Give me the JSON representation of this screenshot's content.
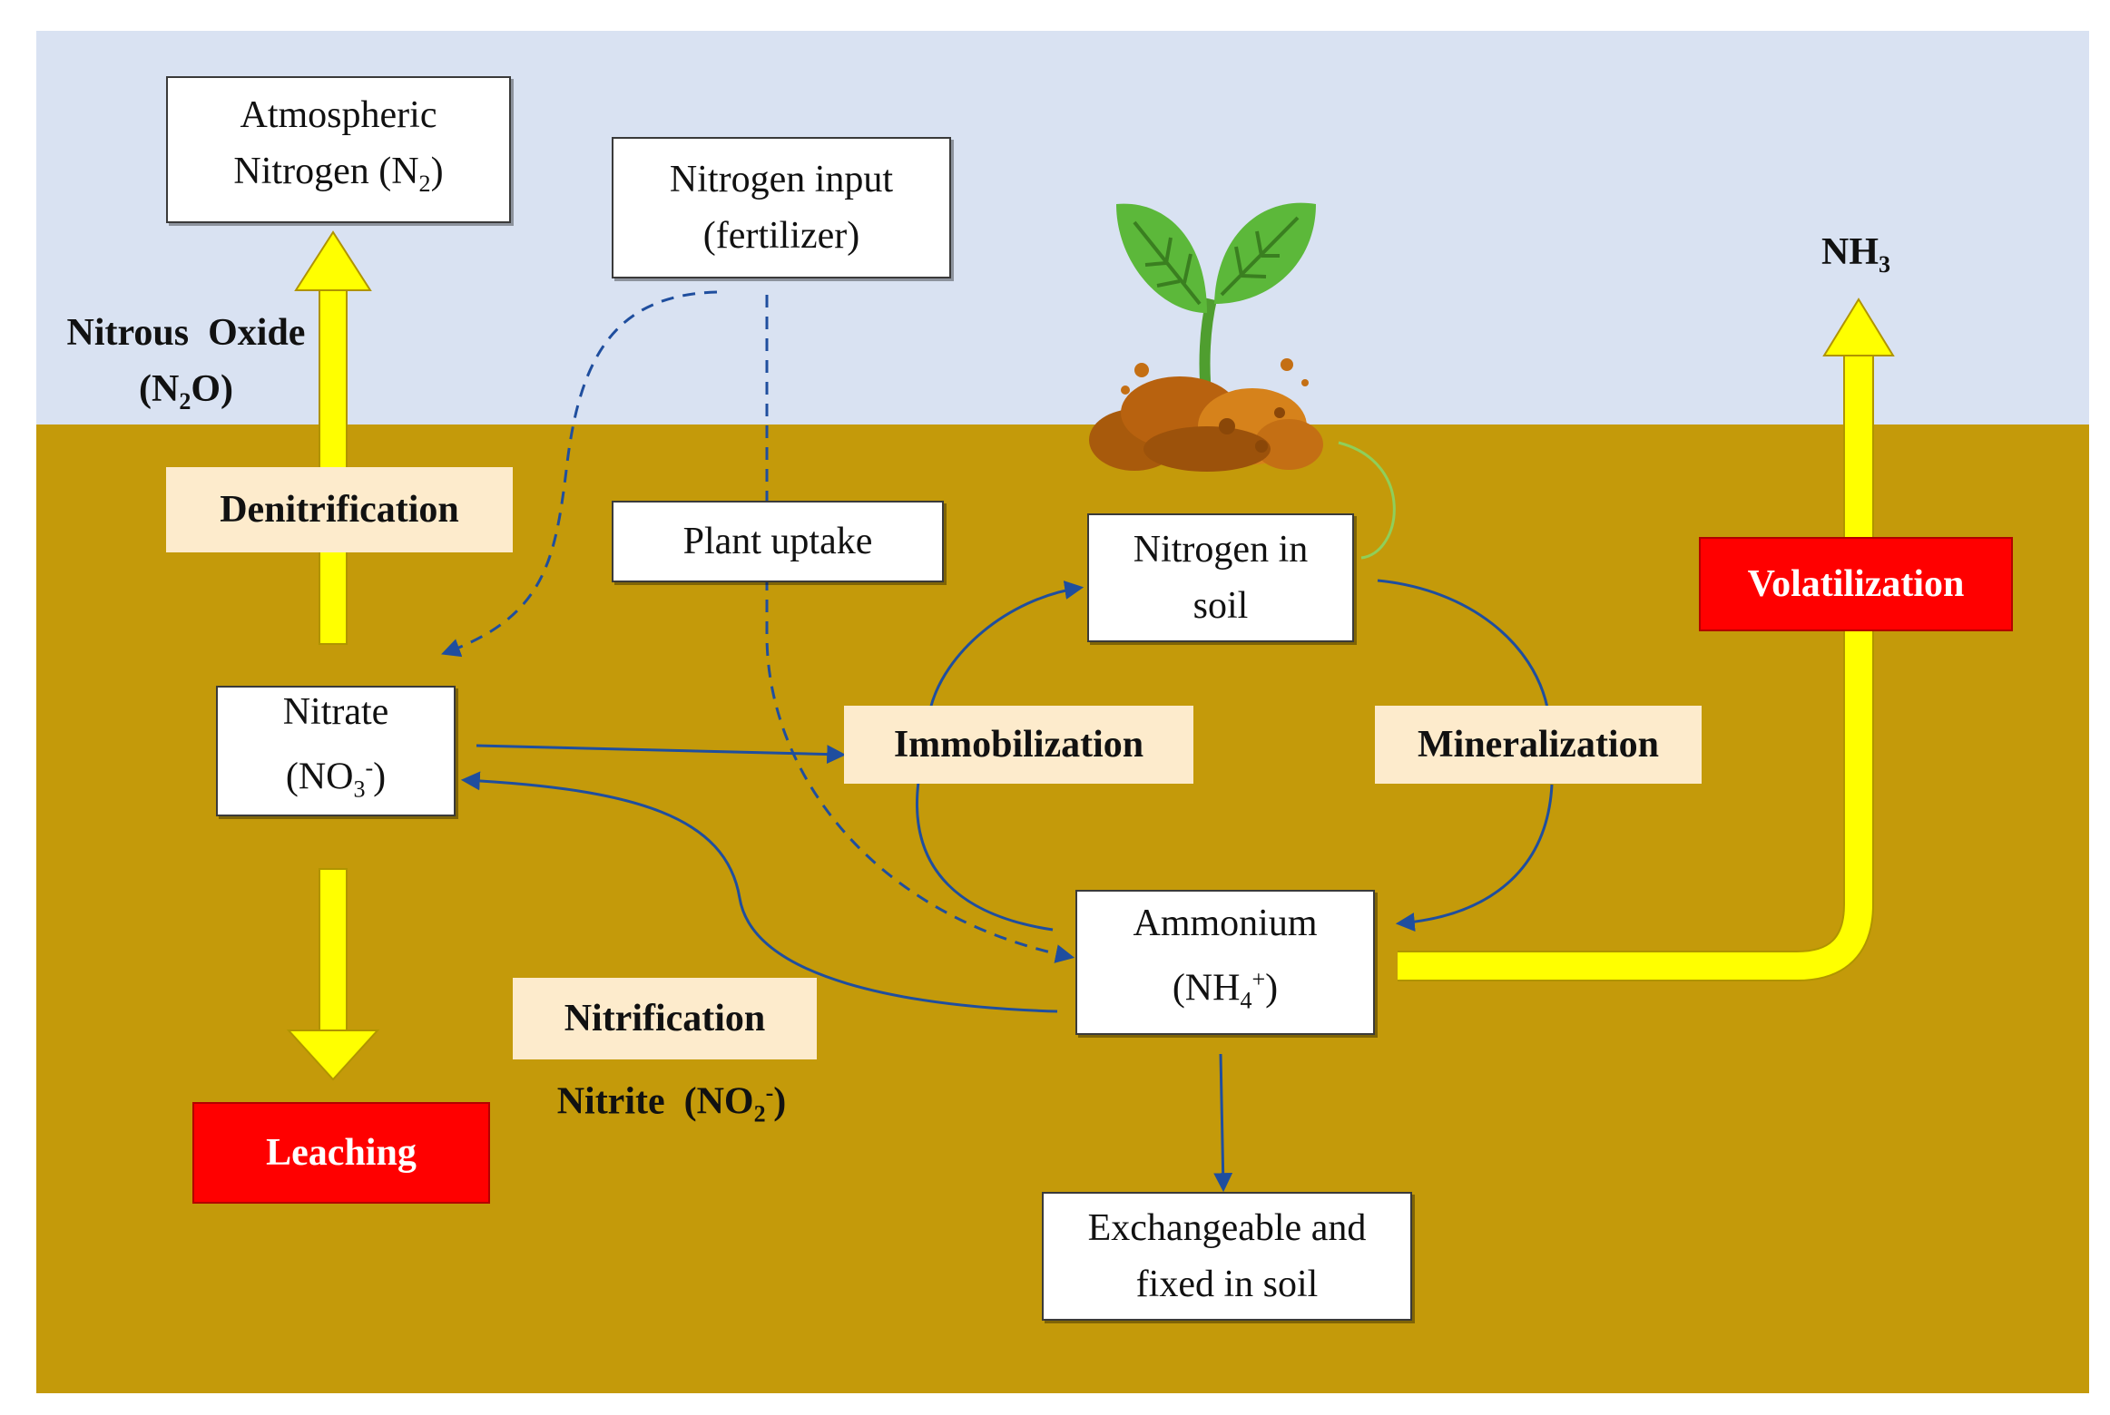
{
  "colors": {
    "sky": "#d9e2f2",
    "soil": "#c49a0a",
    "process_label_bg": "#fdebcc",
    "loss_label_bg": "#ff0000",
    "flow_arrow": "#ffff00",
    "cycle_arrow": "#1f4e9e",
    "plant_leaf": "#5cb83a",
    "clod": "#b8620f"
  },
  "nodes": {
    "atmospheric_nitrogen": {
      "line1": "Atmospheric",
      "line2": "Nitrogen (N",
      "line2_sub": "2",
      "line2_end": ")"
    },
    "nitrogen_input": {
      "line1": "Nitrogen input",
      "line2": "(fertilizer)"
    },
    "plant_uptake": {
      "label": "Plant uptake"
    },
    "nitrogen_in_soil": {
      "line1": "Nitrogen in",
      "line2": "soil"
    },
    "nitrate": {
      "line1": "Nitrate",
      "line2": "(NO",
      "line2_sub": "3",
      "line2_sup": "-",
      "line2_end": ")"
    },
    "ammonium": {
      "line1": "Ammonium",
      "line2": "(NH",
      "line2_sub": "4",
      "line2_sup": "+",
      "line2_end": ")"
    },
    "exchangeable": {
      "line1": "Exchangeable and",
      "line2": "fixed in soil"
    }
  },
  "processes": {
    "denitrification": "Denitrification",
    "immobilization": "Immobilization",
    "mineralization": "Mineralization",
    "nitrification": "Nitrification",
    "volatilization": "Volatilization",
    "leaching": "Leaching"
  },
  "labels": {
    "nitrous_oxide": {
      "line1": "Nitrous  Oxide",
      "line2": "(N",
      "line2_sub": "2",
      "line2_end": "O)"
    },
    "nitrite": {
      "text": "Nitrite  (NO",
      "sub": "2",
      "sup": "-",
      "end": ")"
    },
    "nh3": {
      "text": "NH",
      "sub": "3"
    }
  }
}
